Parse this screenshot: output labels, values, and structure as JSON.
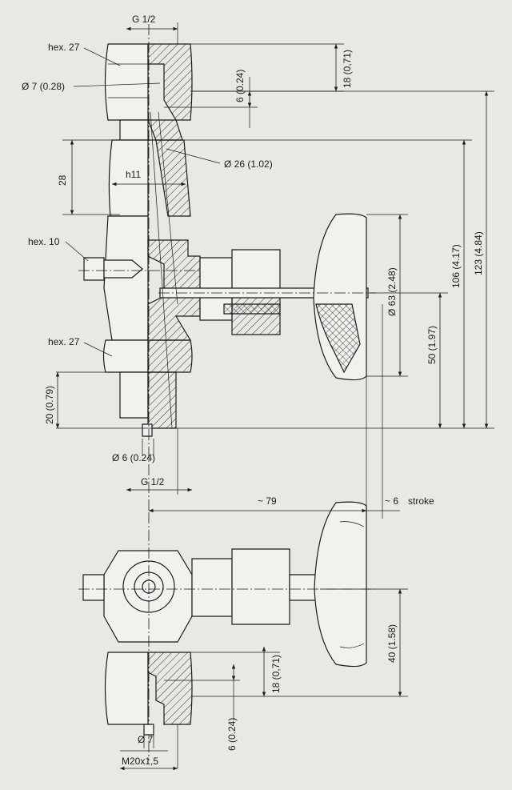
{
  "labels": {
    "thread_top": "G 1/2",
    "hex_top": "hex. 27",
    "bore_top": "Ø 7 (0.28)",
    "dim_18_top": "18 (0,71)",
    "dim_6_top": "6 (0.24)",
    "dim_28": "28",
    "h11": "h11",
    "dia_26": "Ø 26 (1.02)",
    "hex_10": "hex. 10",
    "dia_63": "Ø 63 (2.48)",
    "dim_106": "106 (4.17)",
    "dim_123": "123 (4.84)",
    "dim_50": "50 (1.97)",
    "hex_27_lower": "hex. 27",
    "dim_20": "20 (0.79)",
    "bore_bottom": "Ø 6 (0.24)",
    "thread_bottom": "G 1/2",
    "dim_79": "~ 79",
    "dim_stroke_val": "~ 6",
    "stroke": "stroke",
    "dim_40": "40 (1.58)",
    "dim_18_bottom": "18 (0,71)",
    "dim_6_bottom": "6 (0.24)",
    "bore_7": "Ø 7",
    "thread_m20": "M20x1,5"
  },
  "colors": {
    "background": "#e8e8e4",
    "line": "#1a1a1a"
  }
}
